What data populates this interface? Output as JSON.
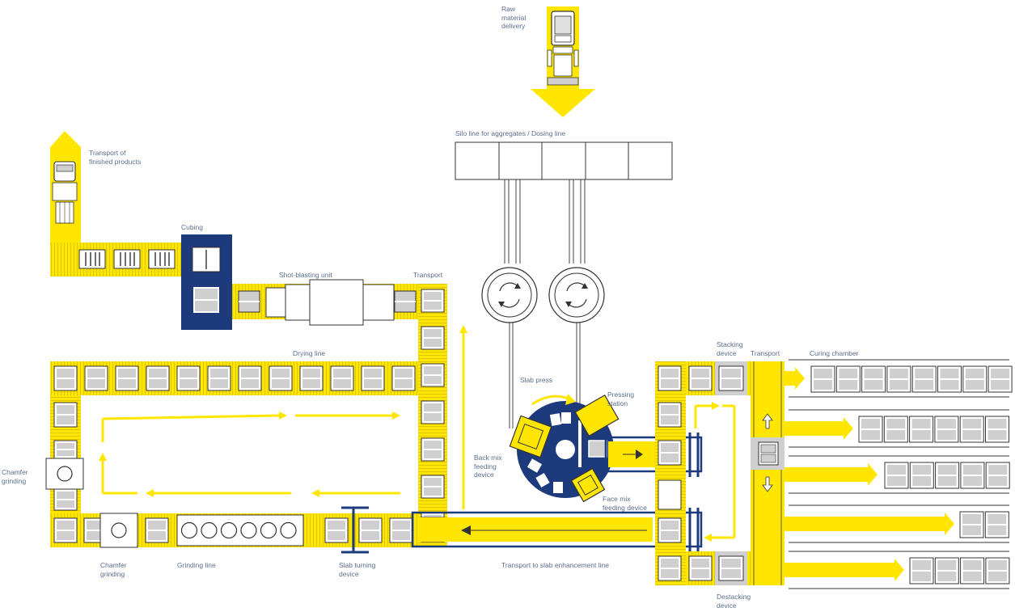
{
  "labels": {
    "raw_material_delivery": "Raw\nmaterial\ndelivery",
    "silo_line": "Silo line for aggregates / Dosing line",
    "transport_finished": "Transport of\nfinished products",
    "cubing": "Cubing",
    "shot_blasting": "Shot-blasting unit",
    "transport_top": "Transport",
    "drying_line": "Drying line",
    "slab_press": "Slab press",
    "pressing_station": "Pressing\nstation",
    "back_mix": "Back mix\nfeeding\ndevice",
    "face_mix": "Face mix\nfeeding device",
    "stacking_device": "Stacking\ndevice",
    "transport_right": "Transport",
    "curing_chamber": "Curing chamber",
    "chamfer_left": "Chamfer\ngrinding",
    "chamfer_bottom": "Chamfer\ngrinding",
    "grinding_line": "Grinding line",
    "slab_turning": "Slab turning\ndevice",
    "transport_enhancement": "Transport to slab enhancement line",
    "destacking_device": "Destacking\ndevice"
  },
  "colors": {
    "yellow": "#ffe600",
    "navy": "#1d3b7c",
    "pallet_grey": "#cfcfcf",
    "outline": "#333333",
    "label": "#5b6e8e"
  },
  "icons": {
    "truck": "truck-icon",
    "mixer": "rotating-mixer-icon",
    "arrow": "flow-arrow-icon"
  }
}
